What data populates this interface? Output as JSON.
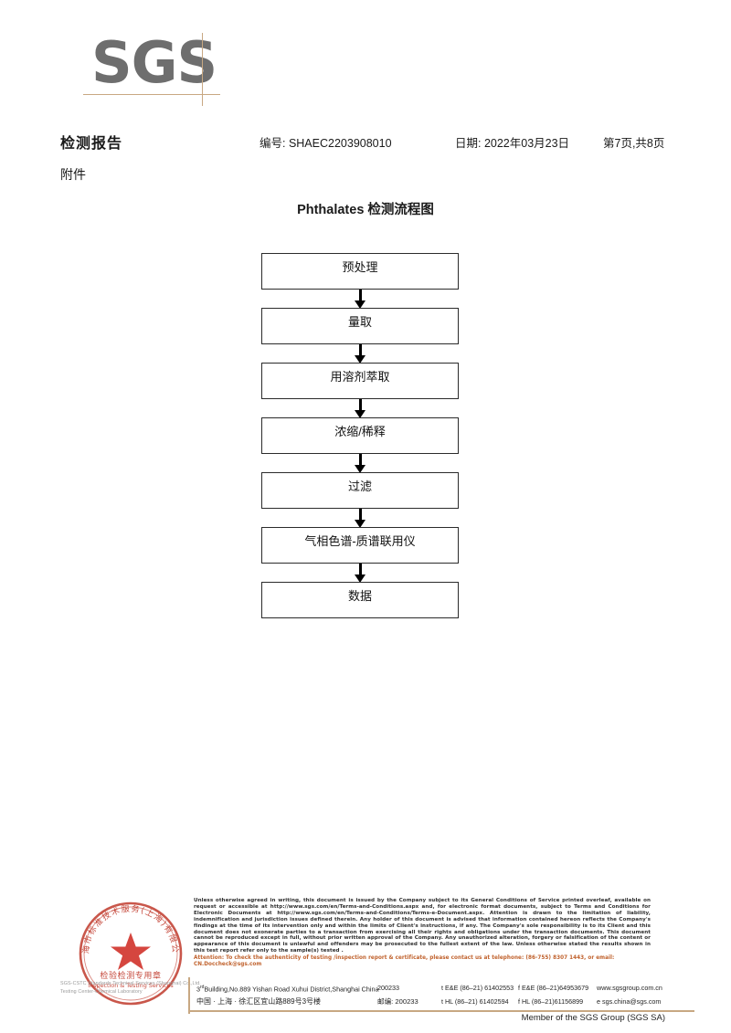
{
  "logo": {
    "text": "SGS"
  },
  "header": {
    "title": "检测报告",
    "report_no": "编号: SHAEC2203908010",
    "date": "日期: 2022年03月23日",
    "page": "第7页,共8页",
    "attachment_label": "附件"
  },
  "chart_data": {
    "type": "diagram",
    "title": "Phthalates 检测流程图",
    "orientation": "vertical",
    "nodes": [
      {
        "id": "n1",
        "label": "预处理"
      },
      {
        "id": "n2",
        "label": "量取"
      },
      {
        "id": "n3",
        "label": "用溶剂萃取"
      },
      {
        "id": "n4",
        "label": "浓缩/稀释"
      },
      {
        "id": "n5",
        "label": "过滤"
      },
      {
        "id": "n6",
        "label": "气相色谱-质谱联用仪"
      },
      {
        "id": "n7",
        "label": "数据"
      }
    ],
    "edges": [
      {
        "from": "n1",
        "to": "n2"
      },
      {
        "from": "n2",
        "to": "n3"
      },
      {
        "from": "n3",
        "to": "n4"
      },
      {
        "from": "n4",
        "to": "n5"
      },
      {
        "from": "n5",
        "to": "n6"
      },
      {
        "from": "n6",
        "to": "n7"
      }
    ]
  },
  "stamp": {
    "outer_text_cn": "上海市标准技术服务(上海)有限公司",
    "inner_text_cn": "检验检测专用章",
    "inner_text_en": "Inspection & Testing Services",
    "color": "#c0392b",
    "caption_line1": "SGS-CSTC Standards Technical Services (Shanghai) Co.,Ltd.",
    "caption_line2": "Testing Center-Chemical Laboratory"
  },
  "footer": {
    "disclaimer": "Unless otherwise agreed in writing, this document is issued by the Company subject to its General Conditions of Service printed overleaf, available on request or accessible at http://www.sgs.com/en/Terms-and-Conditions.aspx and, for electronic format documents, subject to Terms and Conditions for Electronic Documents at http://www.sgs.com/en/Terms-and-Conditions/Terms-e-Document.aspx. Attention is drawn to the limitation of liability, indemnification and jurisdiction issues defined therein. Any holder of this document is advised that information contained hereon reflects the Company's findings at the time of its intervention only and within the limits of Client's instructions, if any. The Company's sole responsibility is to its Client and this document does not exonerate parties to a transaction from exercising all their rights and obligations under the transaction documents. This document cannot be reproduced except in full, without prior written approval of the Company. Any unauthorized alteration, forgery or falsification of the content or appearance of this document is unlawful and offenders may be prosecuted to the fullest extent of the law. Unless otherwise stated the results shown in this test report refer only to the sample(s) tested .",
    "attention": "Attention: To check the authenticity of testing /inspection report & certificate, please contact us at telephone: (86-755) 8307 1443, or email: CN.Doccheck@sgs.com",
    "attention_color": "#c0612c",
    "address_en": "Building,No.889 Yishan Road Xuhui District,Shanghai China",
    "address_en_prefix": "3",
    "address_en_sup": "rd",
    "zip_en": "200233",
    "tel_en": "t E&E (86–21) 61402553",
    "fax_en": "f E&E (86–21)64953679",
    "web_en": "www.sgsgroup.com.cn",
    "address_cn": "中国 · 上海 · 徐汇区宜山路889号3号楼",
    "zip_cn": "邮编: 200233",
    "tel_cn": "t HL (86–21) 61402594",
    "fax_cn": "f HL (86–21)61156899",
    "email_cn": "e  sgs.china@sgs.com",
    "member_note": "Member of the SGS Group (SGS SA)"
  }
}
